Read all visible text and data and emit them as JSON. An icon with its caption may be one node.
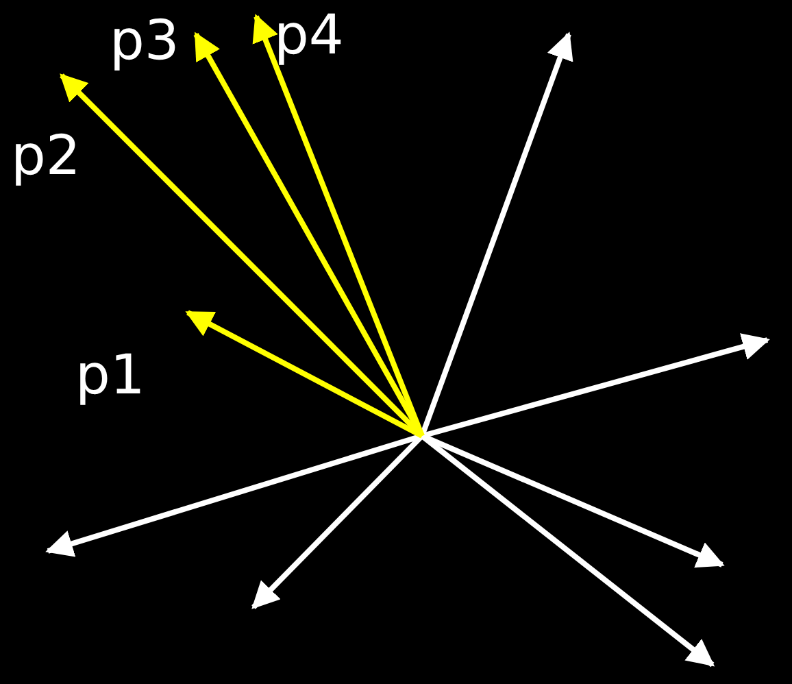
{
  "diagram": {
    "labels": [
      "p3",
      "p4",
      "p2",
      "p1"
    ]
  }
}
